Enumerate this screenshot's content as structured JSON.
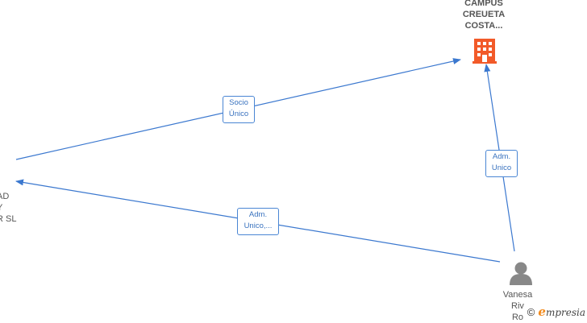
{
  "nodes": {
    "campus": {
      "label": "CAMPUS\nCREUETA\nCOSTA...",
      "icon": "building-icon",
      "color": "#f25a29"
    },
    "company_left": {
      "label": "AD\nY\nR  SL"
    },
    "person": {
      "label": "Vanesa\nRiv\nRo",
      "icon": "person-icon",
      "color": "#888888"
    }
  },
  "edges": [
    {
      "id": "socio-unico",
      "label": "Socio\nÚnico"
    },
    {
      "id": "adm-unico-right",
      "label": "Adm.\nUnico"
    },
    {
      "id": "adm-unico-left",
      "label": "Adm.\nUnico,..."
    }
  ],
  "watermark": {
    "copyright": "©",
    "brand_initial": "e",
    "brand_rest": "mpresia"
  },
  "colors": {
    "edge": "#3b78cf",
    "company_icon": "#f25a29"
  }
}
